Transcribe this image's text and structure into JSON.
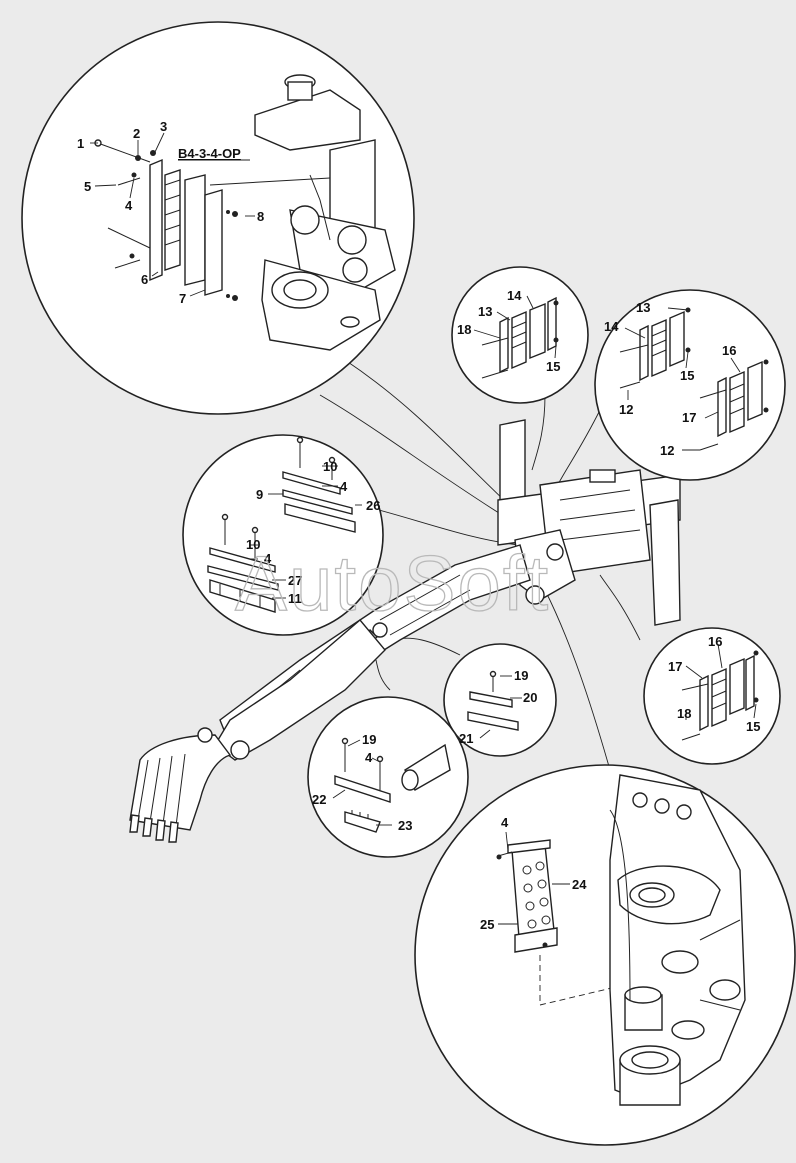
{
  "diagram": {
    "reference_label": "B4-3-4-OP",
    "watermark": "AutoSoft",
    "callouts": {
      "n1": "1",
      "n2": "2",
      "n3": "3",
      "n4": "4",
      "n5": "5",
      "n6": "6",
      "n7": "7",
      "n8": "8",
      "n9": "9",
      "n10": "10",
      "n11": "11",
      "n12": "12",
      "n13": "13",
      "n14": "14",
      "n15": "15",
      "n16": "16",
      "n17": "17",
      "n18": "18",
      "n19": "19",
      "n20": "20",
      "n21": "21",
      "n22": "22",
      "n23": "23",
      "n24": "24",
      "n25": "25",
      "n26": "26",
      "n27": "27"
    }
  }
}
